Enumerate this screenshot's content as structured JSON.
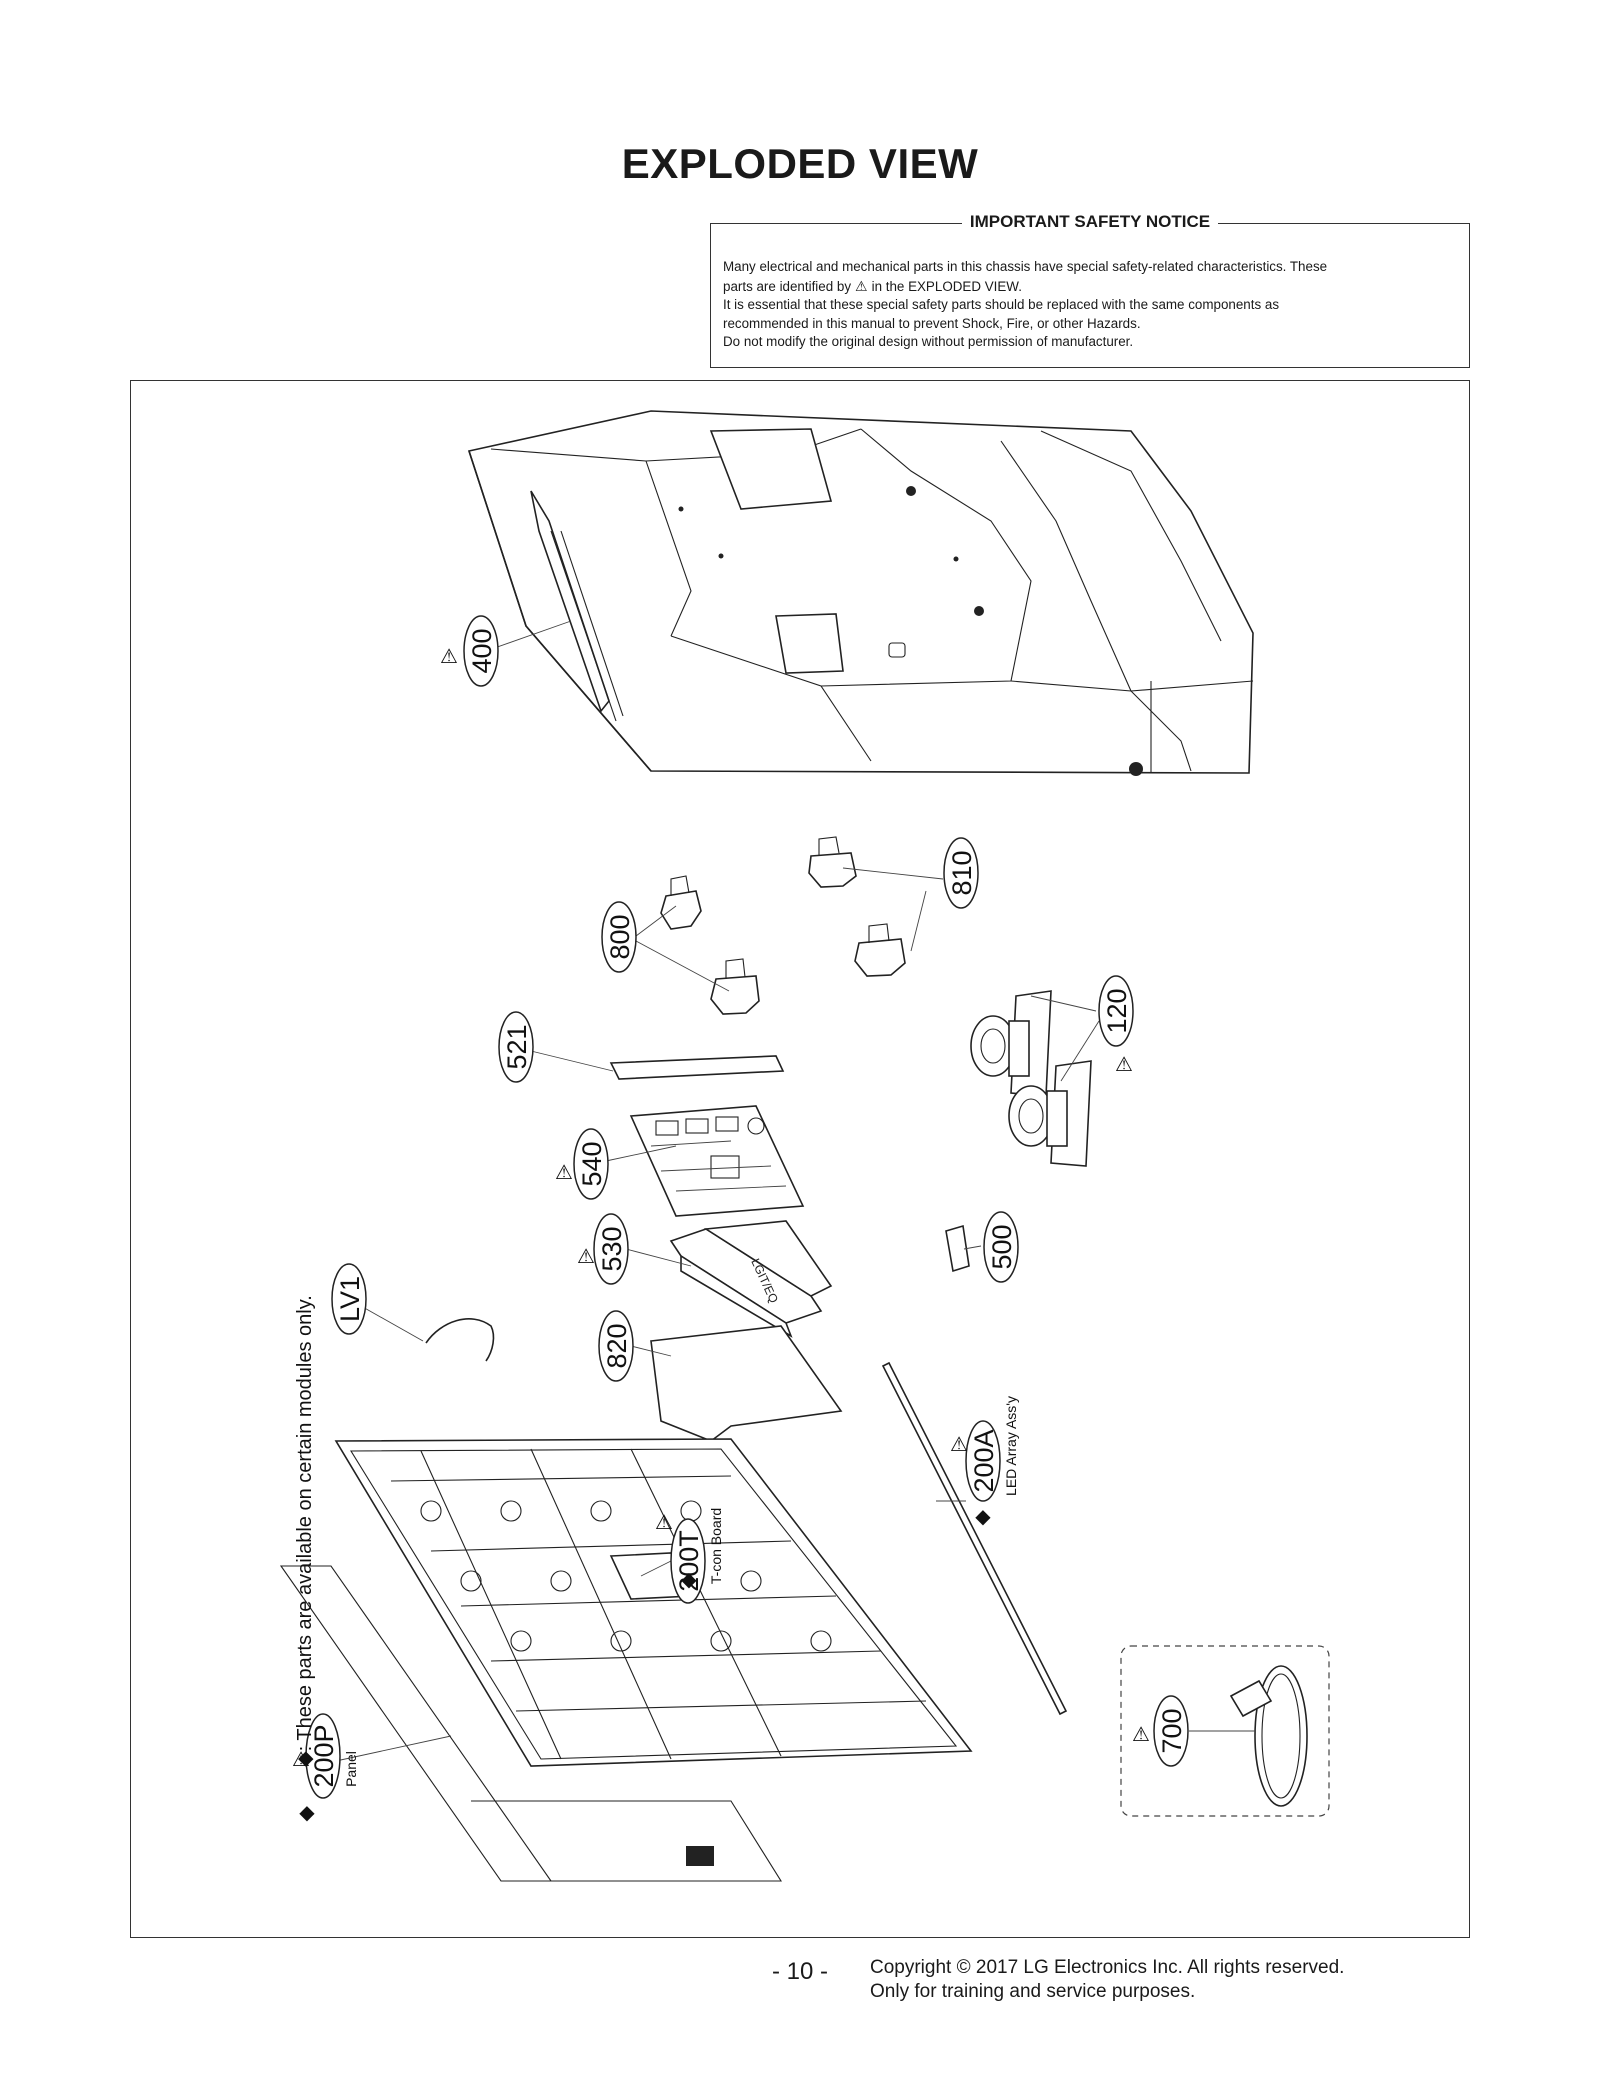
{
  "page": {
    "title": "EXPLODED VIEW",
    "page_number": "- 10 -",
    "copyright_line1": "Copyright © 2017 LG Electronics Inc. All rights reserved.",
    "copyright_line2": "Only for training and service purposes."
  },
  "notice": {
    "heading": "IMPORTANT SAFETY NOTICE",
    "line1": "Many electrical and mechanical parts in this chassis have special safety-related characteristics. These",
    "line2a": "parts are identified by",
    "line2b": "in the EXPLODED VIEW.",
    "line3": "It is essential that these special safety parts should be replaced with the same components as",
    "line4": "recommended in this manual to prevent Shock, Fire, or other Hazards.",
    "line5": "Do not modify the original design without permission of manufacturer."
  },
  "diagram": {
    "side_note": ": These parts are available on certain modules only.",
    "side_note_mark": "◆",
    "warning_symbol": "⚠",
    "labels": {
      "back_cover": "400",
      "bracket_a": "800",
      "bracket_b": "810",
      "speaker": "120",
      "part_521": "521",
      "main_board": "540",
      "power_board": "530",
      "part_500": "500",
      "cable": "LV1",
      "sheet": "820",
      "led_array": "200A",
      "led_array_desc": "LED Array Ass'y",
      "tcon": "200T",
      "tcon_desc": "T-con Board",
      "panel": "200P",
      "panel_desc": "Panel",
      "power_cord": "700"
    }
  }
}
